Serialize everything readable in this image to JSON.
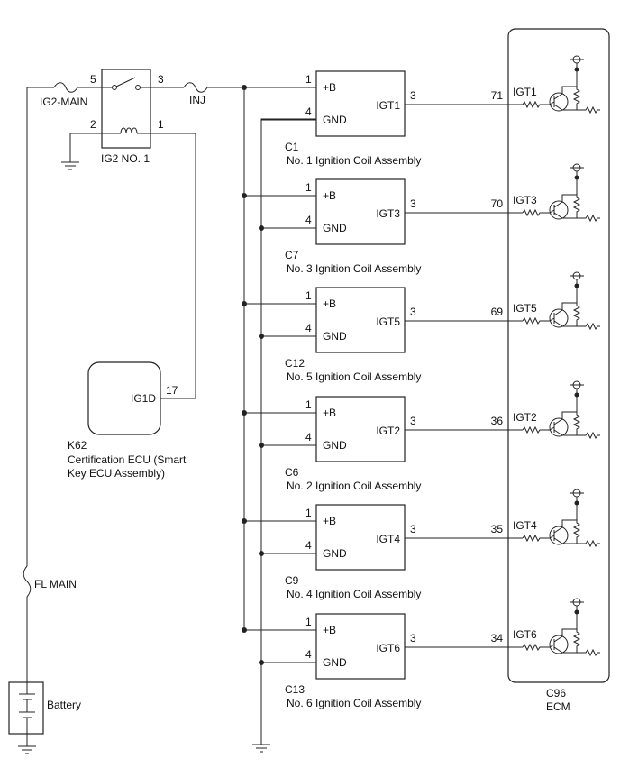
{
  "battery": {
    "label": "Battery"
  },
  "fuses": {
    "ig2_main": "IG2-MAIN",
    "inj": "INJ",
    "fl_main": "FL MAIN"
  },
  "relay": {
    "label": "IG2 NO. 1",
    "pins": {
      "p5": "5",
      "p3": "3",
      "p2": "2",
      "p1": "1"
    }
  },
  "cert_ecu": {
    "code": "K62",
    "name_line1": "Certification ECU (Smart",
    "name_line2": "Key ECU Assembly)",
    "terminal": "IG1D",
    "pin": "17"
  },
  "coils": [
    {
      "code": "C1",
      "name": "No. 1 Ignition Coil Assembly",
      "plus_b": "+B",
      "gnd": "GND",
      "igt": "IGT1",
      "pin_b": "1",
      "pin_gnd": "4",
      "pin_igt": "3",
      "ecm_pin": "71",
      "ecm_label": "IGT1"
    },
    {
      "code": "C7",
      "name": "No. 3 Ignition Coil Assembly",
      "plus_b": "+B",
      "gnd": "GND",
      "igt": "IGT3",
      "pin_b": "1",
      "pin_gnd": "4",
      "pin_igt": "3",
      "ecm_pin": "70",
      "ecm_label": "IGT3"
    },
    {
      "code": "C12",
      "name": "No. 5 Ignition Coil Assembly",
      "plus_b": "+B",
      "gnd": "GND",
      "igt": "IGT5",
      "pin_b": "1",
      "pin_gnd": "4",
      "pin_igt": "3",
      "ecm_pin": "69",
      "ecm_label": "IGT5"
    },
    {
      "code": "C6",
      "name": "No. 2 Ignition Coil Assembly",
      "plus_b": "+B",
      "gnd": "GND",
      "igt": "IGT2",
      "pin_b": "1",
      "pin_gnd": "4",
      "pin_igt": "3",
      "ecm_pin": "36",
      "ecm_label": "IGT2"
    },
    {
      "code": "C9",
      "name": "No. 4 Ignition Coil Assembly",
      "plus_b": "+B",
      "gnd": "GND",
      "igt": "IGT4",
      "pin_b": "1",
      "pin_gnd": "4",
      "pin_igt": "3",
      "ecm_pin": "35",
      "ecm_label": "IGT4"
    },
    {
      "code": "C13",
      "name": "No. 6 Ignition Coil Assembly",
      "plus_b": "+B",
      "gnd": "GND",
      "igt": "IGT6",
      "pin_b": "1",
      "pin_gnd": "4",
      "pin_igt": "3",
      "ecm_pin": "34",
      "ecm_label": "IGT6"
    }
  ],
  "ecm": {
    "code": "C96",
    "name": "ECM"
  }
}
